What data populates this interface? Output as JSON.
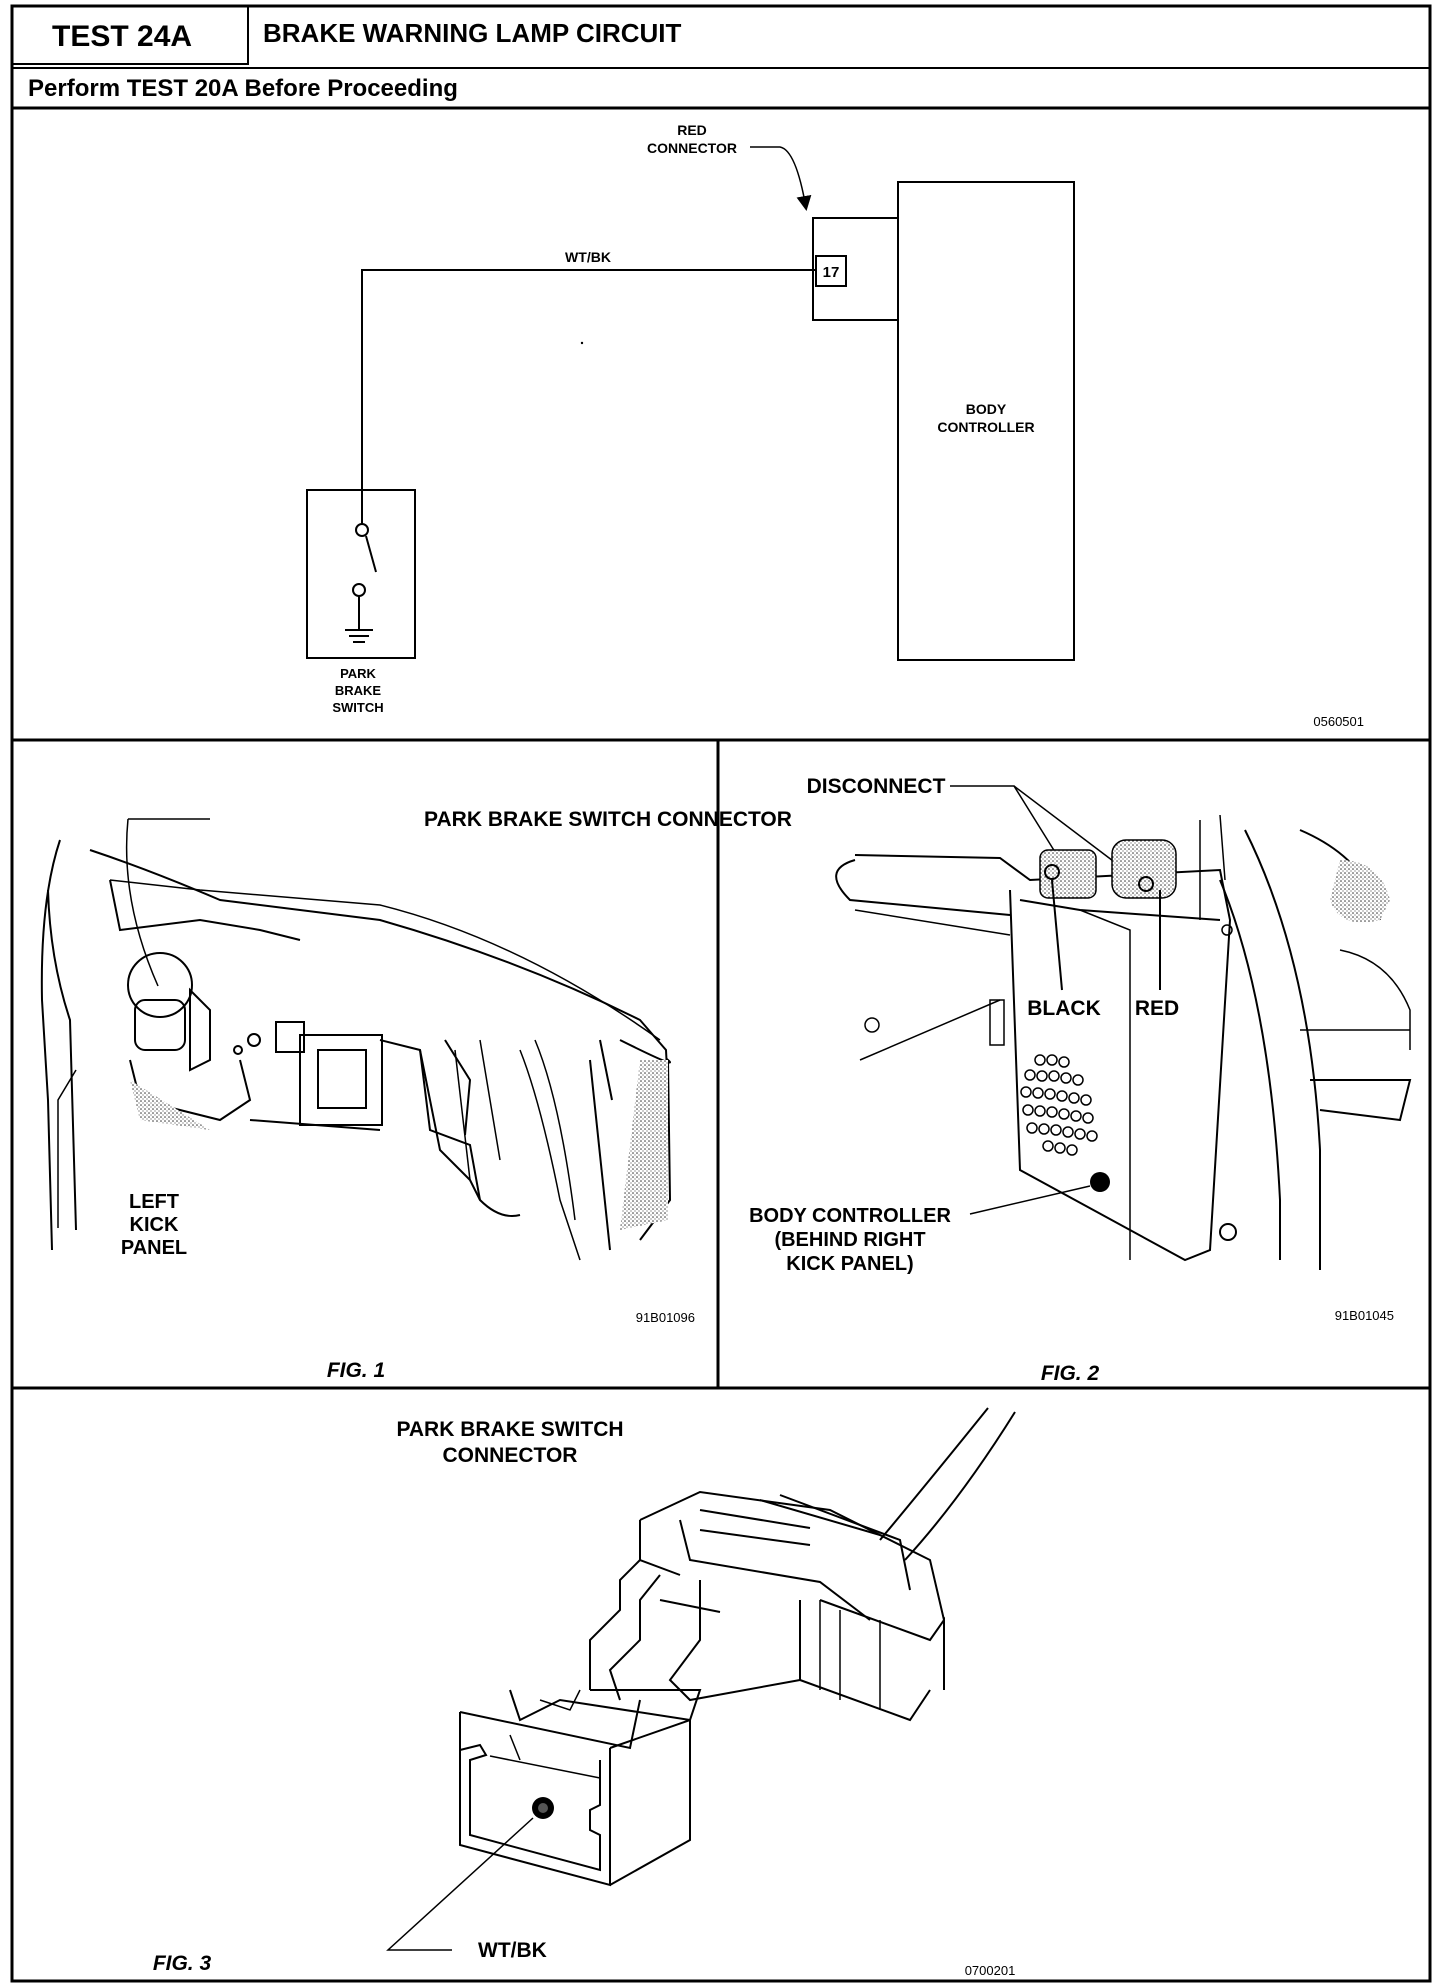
{
  "header": {
    "test_id": "TEST 24A",
    "title": "BRAKE WARNING LAMP CIRCUIT",
    "prerequisite": "Perform TEST 20A Before Proceeding"
  },
  "schematic": {
    "red_connector_label": [
      "RED",
      "CONNECTOR"
    ],
    "wire_label": "WT/BK",
    "pin_number": "17",
    "body_controller_label": [
      "BODY",
      "CONTROLLER"
    ],
    "park_brake_switch_label": [
      "PARK",
      "BRAKE",
      "SWITCH"
    ],
    "figure_code": "0560501"
  },
  "fig1": {
    "caption": "FIG. 1",
    "connector_label": "PARK BRAKE SWITCH CONNECTOR",
    "kick_panel_label": [
      "LEFT",
      "KICK",
      "PANEL"
    ],
    "figure_code": "91B01096"
  },
  "fig2": {
    "caption": "FIG. 2",
    "disconnect_label": "DISCONNECT",
    "black_label": "BLACK",
    "red_label": "RED",
    "body_controller_label": [
      "BODY CONTROLLER",
      "(BEHIND RIGHT",
      "KICK PANEL)"
    ],
    "figure_code": "91B01045"
  },
  "fig3": {
    "caption": "FIG. 3",
    "title": [
      "PARK BRAKE SWITCH",
      "CONNECTOR"
    ],
    "wire_label": "WT/BK",
    "figure_code": "0700201"
  }
}
